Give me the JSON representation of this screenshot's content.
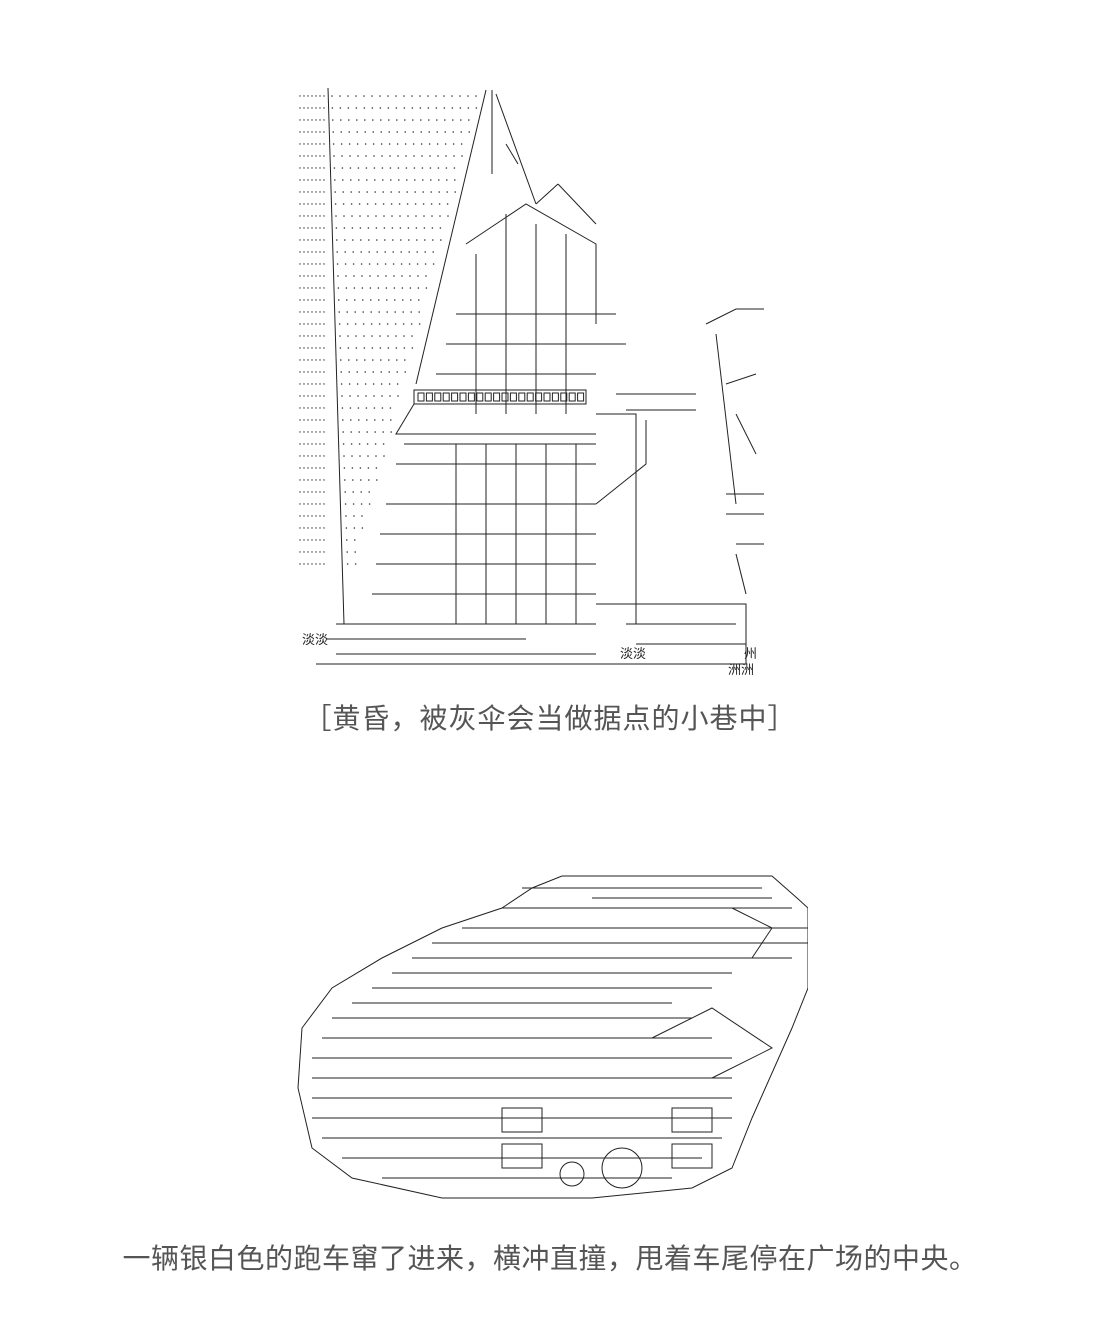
{
  "captions": {
    "first": "［黄昏，被灰伞会当做据点的小巷中］",
    "second": "一辆银白色的跑车窜了进来，横冲直撞，甩着车尾停在广场的中央。"
  },
  "art": {
    "alley": {
      "subject": "ascii-art-alley-scene",
      "sign_text_left": "淡淡",
      "sign_text_center": "淡淡",
      "sign_text_right": "州",
      "sign_text_right_bottom": "洲洲"
    },
    "car": {
      "subject": "ascii-art-sports-car"
    }
  },
  "colors": {
    "background": "#ffffff",
    "caption_text": "#555555",
    "art_stroke": "#222222"
  }
}
